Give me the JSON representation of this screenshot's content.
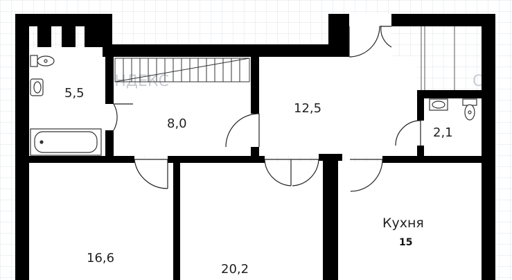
{
  "rooms": {
    "bathroom": "5,5",
    "hall": "8,0",
    "corridor": "12,5",
    "wc": "2,1",
    "room_left": "16,6",
    "room_center": "20,2",
    "kitchen_name": "Кухня",
    "kitchen_area": "15"
  },
  "colors": {
    "wall": "#000000",
    "grid": "#dde3ea",
    "fixture": "#333333"
  }
}
